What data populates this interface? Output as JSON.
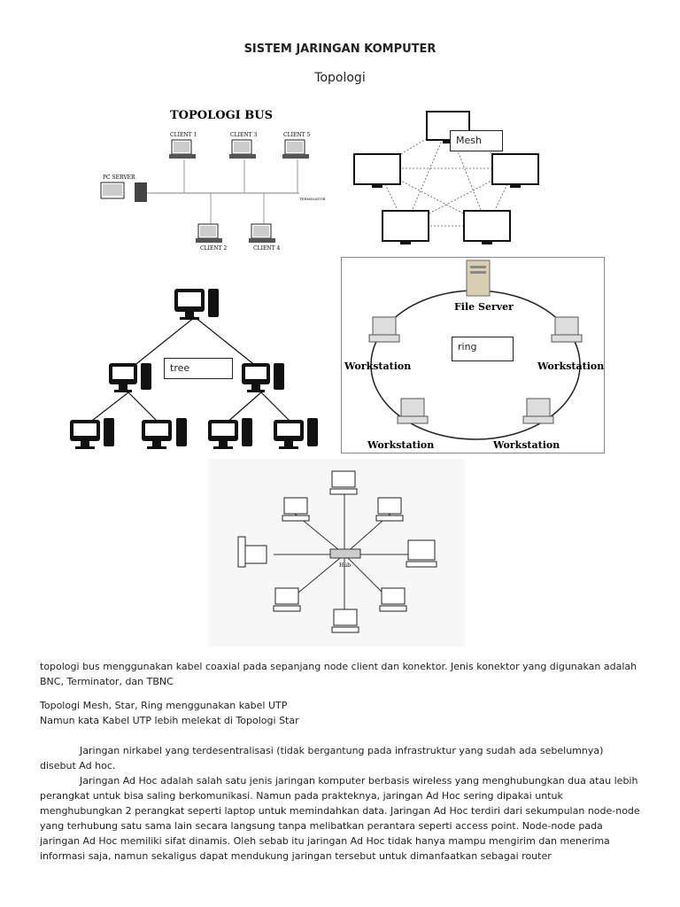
{
  "document": {
    "title": "SISTEM JARINGAN KOMPUTER",
    "subtitle": "Topologi"
  },
  "figures": {
    "bus": {
      "heading": "TOPOLOGI BUS",
      "clients": [
        "CLIENT 1",
        "CLIENT 3",
        "CLIENT 5",
        "CLIENT 2",
        "CLIENT 4"
      ],
      "server": "PC SERVER",
      "terminator": "TERMINATOR"
    },
    "mesh": {
      "label": "Mesh"
    },
    "tree": {
      "label": "tree"
    },
    "ring": {
      "label": "ring",
      "server": "File Server",
      "workstation": "Workstation"
    },
    "star": {
      "hub": "Hub"
    }
  },
  "body": {
    "p1": "topologi bus menggunakan kabel coaxial pada sepanjang node client dan konektor. Jenis konektor yang digunakan adalah BNC, Terminator, dan TBNC",
    "p2_line1": "Topologi Mesh, Star, Ring menggunakan kabel UTP",
    "p2_line2": "Namun kata Kabel UTP lebih melekat di Topologi Star",
    "p3": "Jaringan nirkabel yang terdesentralisasi (tidak bergantung pada infrastruktur yang sudah ada sebelumnya) disebut Ad hoc.",
    "p4": "Jaringan Ad Hoc adalah salah satu jenis jaringan komputer berbasis wireless yang menghubungkan dua atau lebih perangkat untuk bisa saling berkomunikasi. Namun pada prakteknya, jaringan Ad Hoc sering dipakai untuk menghubungkan 2 perangkat seperti laptop untuk memindahkan data. Jaringan Ad Hoc terdiri dari sekumpulan node-node yang terhubung satu sama lain secara langsung tanpa melibatkan perantara seperti access point. Node-node pada jaringan Ad Hoc memiliki sifat dinamis. Oleh sebab itu jaringan Ad Hoc tidak hanya mampu mengirim dan menerima informasi saja, namun sekaligus dapat mendukung jaringan tersebut untuk dimanfaatkan sebagai router"
  }
}
